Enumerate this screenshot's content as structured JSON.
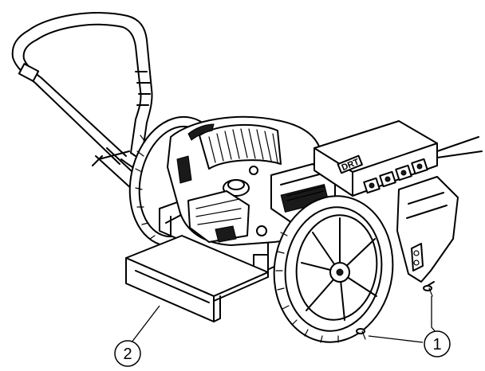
{
  "brand_text": "DRT",
  "callouts": [
    {
      "label": "1",
      "target": "screws"
    },
    {
      "label": "2",
      "target": "deck-shield"
    }
  ],
  "colors": {
    "line": "#000000",
    "background": "#ffffff"
  }
}
